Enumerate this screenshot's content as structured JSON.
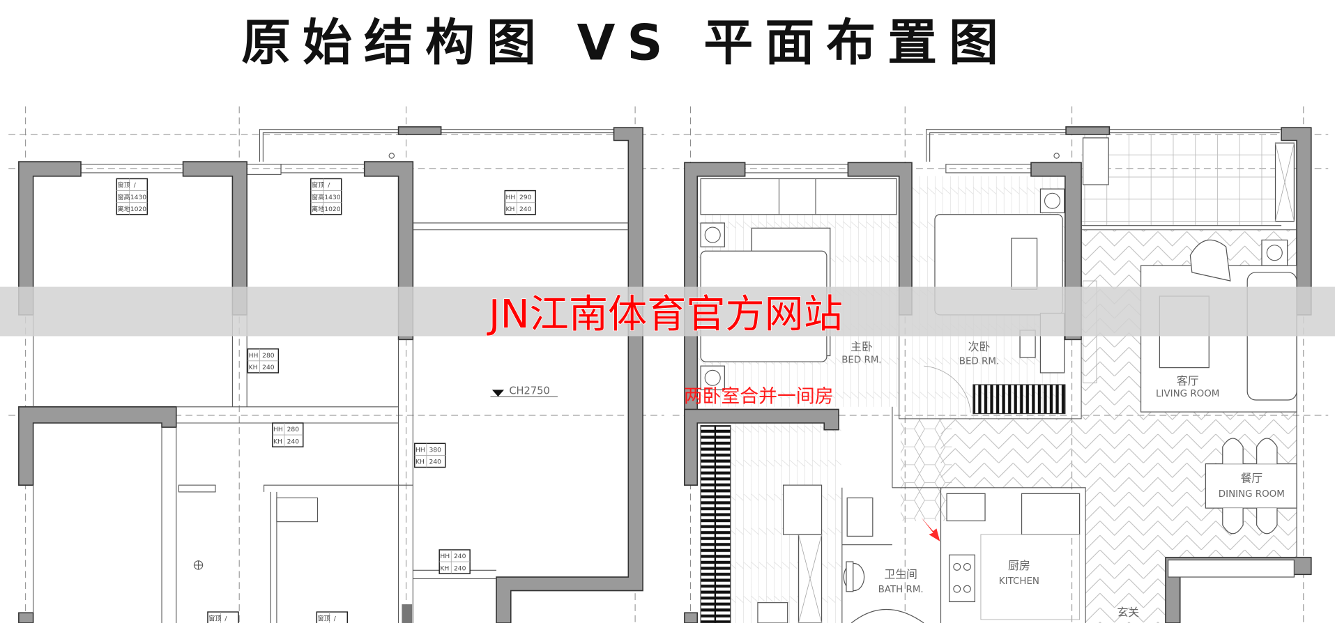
{
  "title": "原始结构图 VS 平面布置图",
  "watermark": "JN江南体育官方网站",
  "annotation": "两卧室合并一间房",
  "colors": {
    "wall": "#9a9a9a",
    "watermark_text": "#ff0000",
    "watermark_band": "#d2d2d2",
    "annotation": "#ff1a1a",
    "arrow": "#ff2a2a"
  },
  "original_plan": {
    "window_tags": [
      {
        "rows": [
          [
            "窗顶",
            "/"
          ],
          [
            "窗高",
            "1430"
          ],
          [
            "离地",
            "1020"
          ]
        ]
      },
      {
        "rows": [
          [
            "窗顶",
            "/"
          ],
          [
            "窗高",
            "1430"
          ],
          [
            "离地",
            "1020"
          ]
        ]
      },
      {
        "rows": [
          [
            "窗顶",
            "/"
          ]
        ]
      },
      {
        "rows": [
          [
            "窗顶",
            "/"
          ]
        ]
      }
    ],
    "door_tags": [
      {
        "rows": [
          [
            "HH",
            "290"
          ],
          [
            "KH",
            "240"
          ]
        ]
      },
      {
        "rows": [
          [
            "HH",
            "280"
          ],
          [
            "KH",
            "240"
          ]
        ]
      },
      {
        "rows": [
          [
            "HH",
            "280"
          ],
          [
            "KH",
            "240"
          ]
        ]
      },
      {
        "rows": [
          [
            "HH",
            "380"
          ],
          [
            "KH",
            "240"
          ]
        ]
      },
      {
        "rows": [
          [
            "HH",
            "240"
          ],
          [
            "KH",
            "240"
          ]
        ]
      }
    ],
    "ceiling_height": "CH2750"
  },
  "layout_plan": {
    "rooms": [
      {
        "cn": "主卧",
        "en": "BED RM."
      },
      {
        "cn": "次卧",
        "en": "BED RM."
      },
      {
        "cn": "客厅",
        "en": "LIVING ROOM"
      },
      {
        "cn": "餐厅",
        "en": "DINING ROOM"
      },
      {
        "cn": "卫生间",
        "en": "BATH RM."
      },
      {
        "cn": "厨房",
        "en": "KITCHEN"
      },
      {
        "cn": "玄关",
        "en": ""
      }
    ]
  }
}
